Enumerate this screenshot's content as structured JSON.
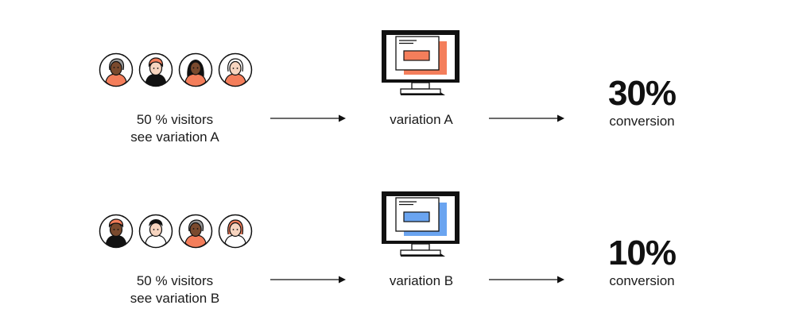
{
  "colors": {
    "accent_orange": "#F47E5B",
    "accent_blue": "#6AA4F0",
    "skin_dark": "#7A4A2E",
    "skin_light": "#F6D4BF",
    "ink": "#111111"
  },
  "rows": [
    {
      "group_label_line1": "50 % visitors",
      "group_label_line2": "see variation A",
      "variation_label": "variation A",
      "result_value": "30%",
      "result_label": "conversion",
      "variant_color": "#F47E5B",
      "avatars": [
        "person-icon",
        "person-icon",
        "person-icon",
        "person-icon"
      ]
    },
    {
      "group_label_line1": "50 % visitors",
      "group_label_line2": "see variation B",
      "variation_label": "variation B",
      "result_value": "10%",
      "result_label": "conversion",
      "variant_color": "#6AA4F0",
      "avatars": [
        "person-icon",
        "person-icon",
        "person-icon",
        "person-icon"
      ]
    }
  ]
}
